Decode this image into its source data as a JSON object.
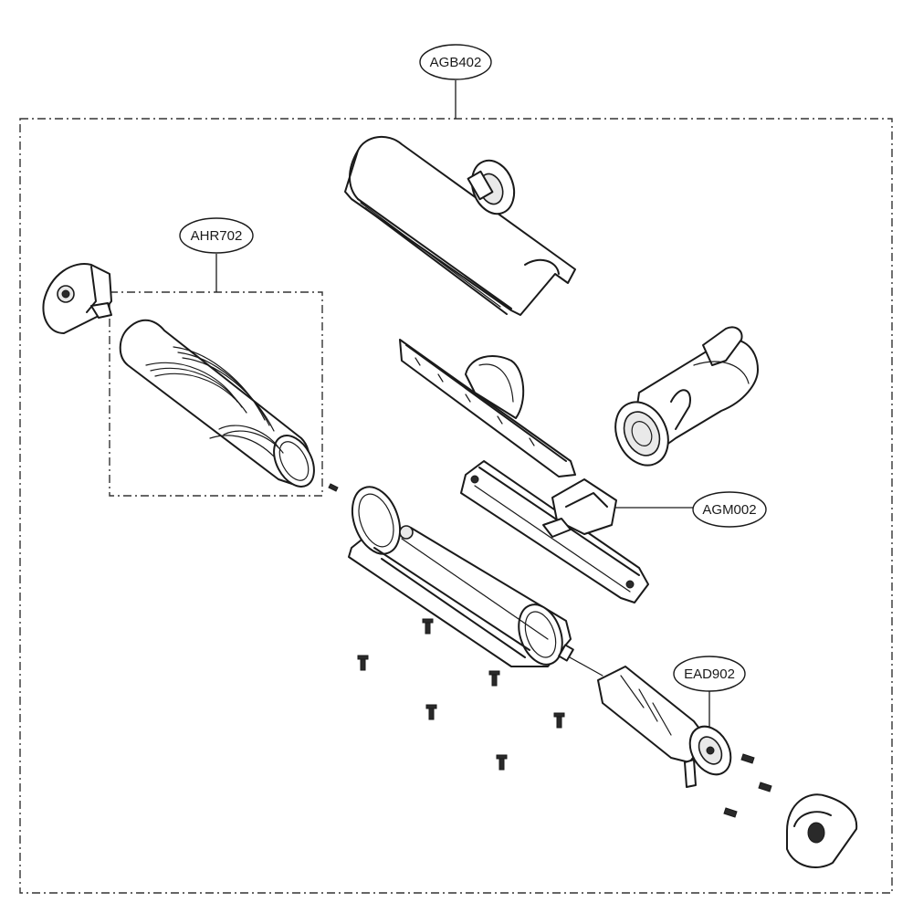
{
  "callouts": {
    "assembly": "AGB402",
    "brush_roll": "AHR702",
    "agitator": "AGM002",
    "motor": "EAD902"
  },
  "colors": {
    "line": "#1a1a1a",
    "background": "#ffffff"
  }
}
